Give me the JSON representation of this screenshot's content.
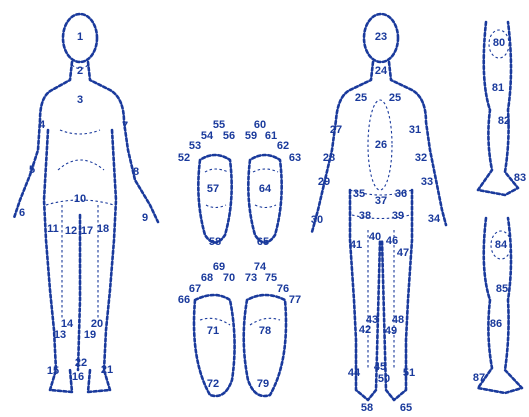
{
  "labels": {
    "front": [
      "1",
      "2",
      "3",
      "4",
      "5",
      "6",
      "7",
      "8",
      "9",
      "10",
      "11",
      "12",
      "13",
      "14",
      "15",
      "16",
      "17",
      "18",
      "19",
      "20",
      "21",
      "22"
    ],
    "feet": [
      "52",
      "53",
      "54",
      "55",
      "56",
      "57",
      "58",
      "59",
      "60",
      "61",
      "62",
      "63",
      "64",
      "65",
      "66",
      "67",
      "68",
      "69",
      "70",
      "71",
      "72",
      "73",
      "74",
      "75",
      "76",
      "77",
      "78",
      "79"
    ],
    "back": [
      "23",
      "24",
      "25",
      "25",
      "26",
      "27",
      "28",
      "29",
      "30",
      "31",
      "32",
      "33",
      "34",
      "35",
      "36",
      "37",
      "38",
      "39",
      "40",
      "41",
      "42",
      "43",
      "44",
      "45",
      "46",
      "47",
      "48",
      "49",
      "50",
      "51",
      "58",
      "65"
    ],
    "legs": [
      "80",
      "81",
      "82",
      "83",
      "84",
      "85",
      "86",
      "87"
    ]
  }
}
